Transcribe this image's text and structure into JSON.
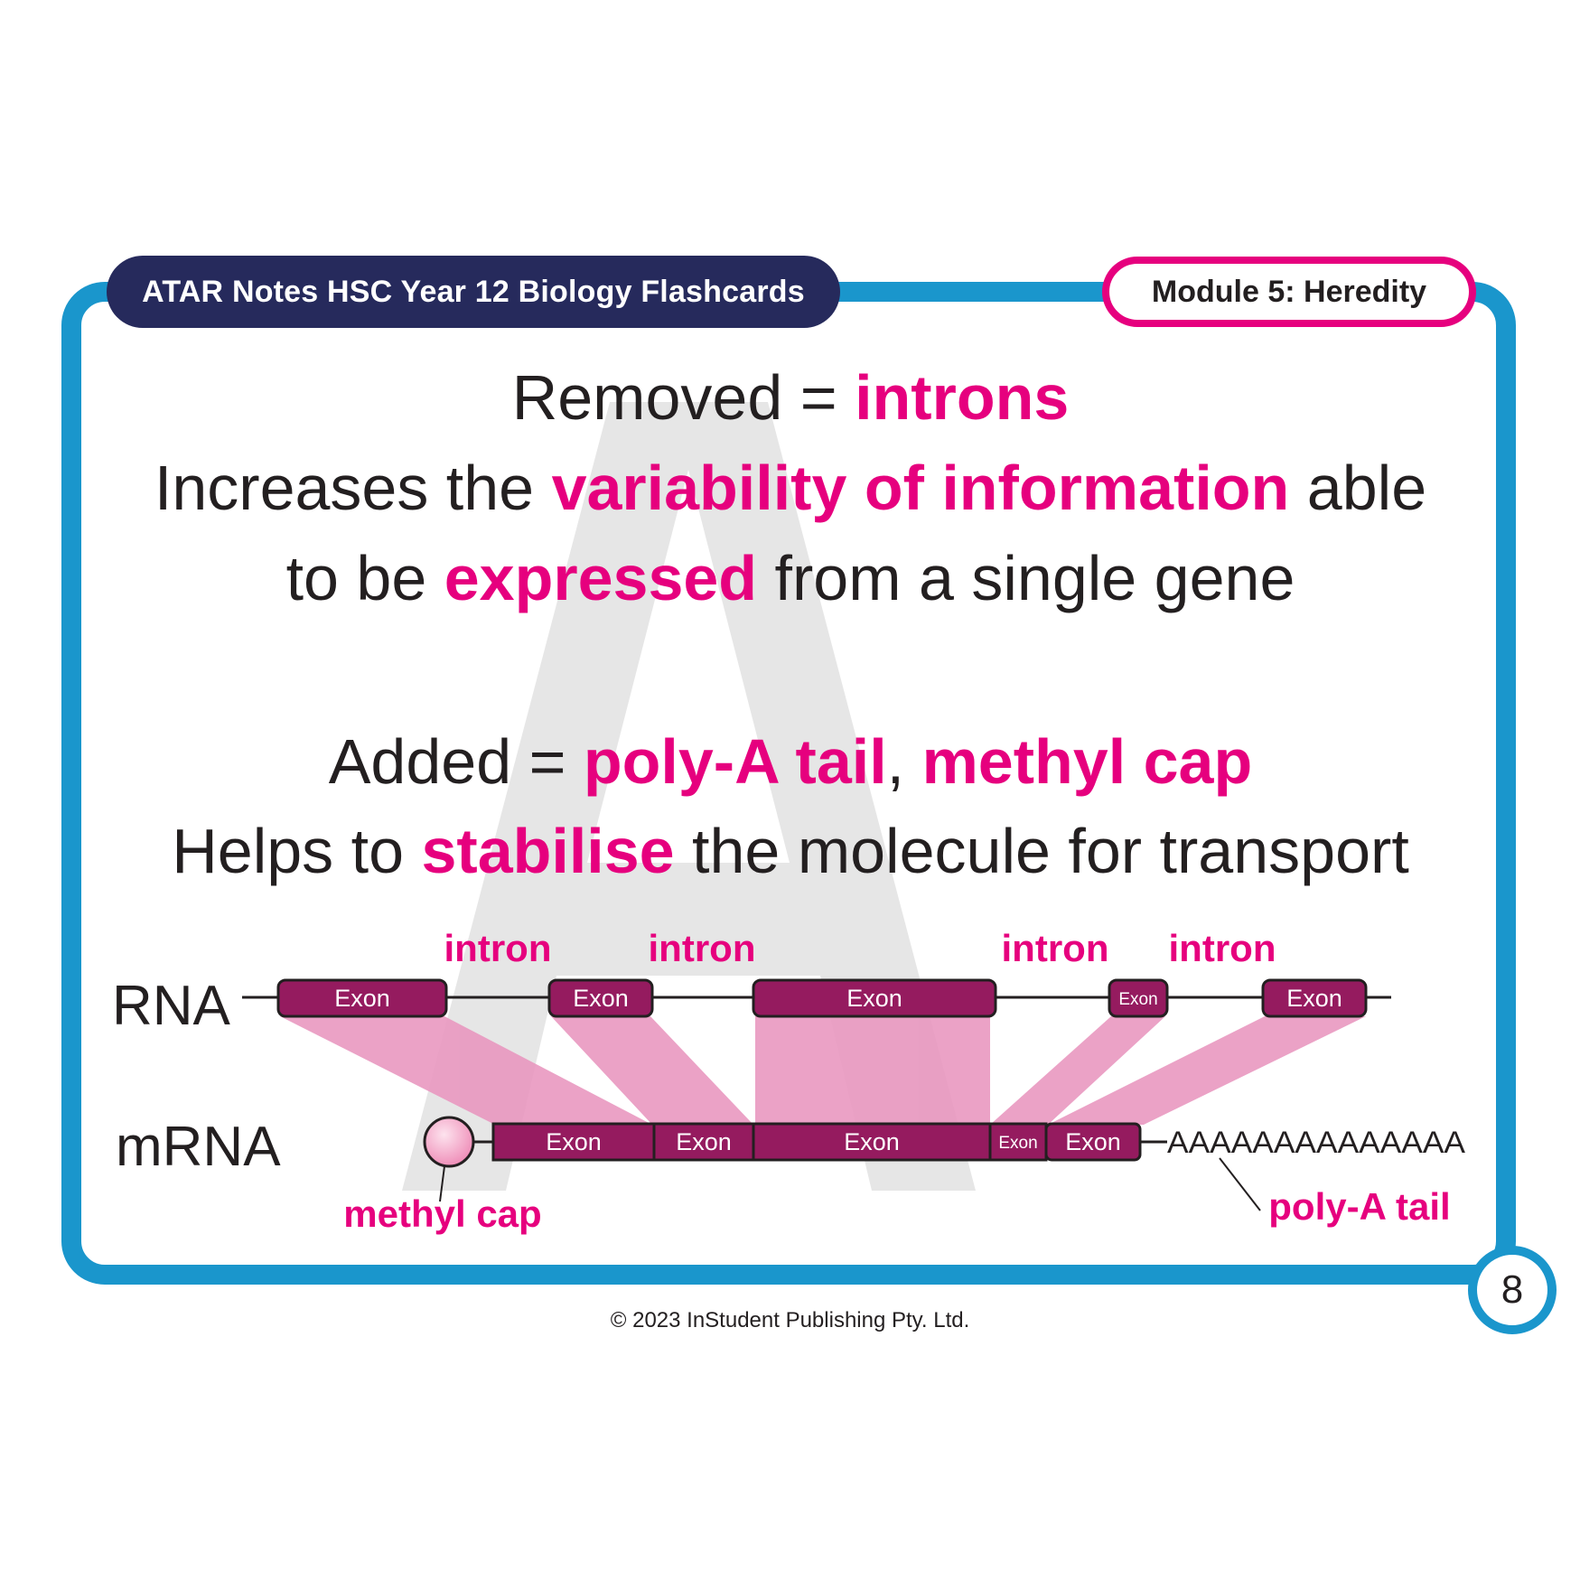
{
  "header": {
    "series_title": "ATAR Notes HSC Year 12 Biology Flashcards",
    "module": "Module 5: Heredity"
  },
  "content": {
    "line1": {
      "pre": "Removed = ",
      "hl": "introns"
    },
    "line2": {
      "pre": "Increases the ",
      "hl": "variability of information",
      "post": " able"
    },
    "line3": {
      "pre": "to be ",
      "hl": "expressed",
      "post": " from a single gene"
    },
    "line4": {
      "pre": "Added = ",
      "hl1": "poly-A tail",
      "mid": ", ",
      "hl2": "methyl cap"
    },
    "line5": {
      "pre": "Helps to ",
      "hl": "stabilise",
      "post": " the molecule for transport"
    }
  },
  "diagram": {
    "rna_label": "RNA",
    "mrna_label": "mRNA",
    "intron_labels": [
      "intron",
      "intron",
      "intron",
      "intron"
    ],
    "rna_exons": [
      "Exon",
      "Exon",
      "Exon",
      "Exon",
      "Exon"
    ],
    "mrna_exons": [
      "Exon",
      "Exon",
      "Exon",
      "Exon",
      "Exon"
    ],
    "poly_a_sequence": "AAAAAAAAAAAAAA",
    "methyl_cap_label": "methyl cap",
    "poly_a_label": "poly-A tail"
  },
  "footer": {
    "page_number": "8",
    "copyright": "© 2023 InStudent Publishing Pty. Ltd."
  },
  "colors": {
    "frame": "#1a96cc",
    "header_bg": "#262a5c",
    "accent": "#e6007e",
    "exon": "#951b5f",
    "mapping": "#e998c0",
    "watermark": "#e6e6e6"
  }
}
